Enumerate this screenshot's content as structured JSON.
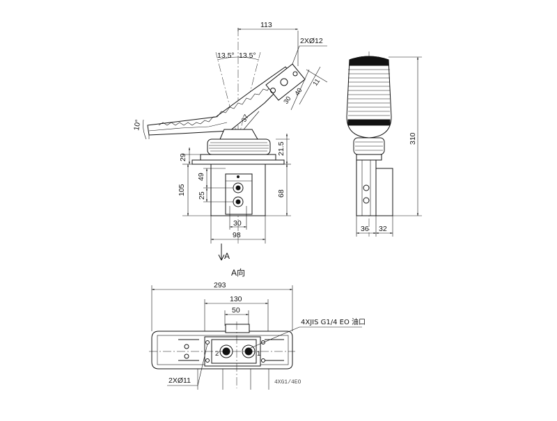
{
  "side_view": {
    "dim_width_top": "113",
    "dim_angle_left": "13.5°",
    "dim_angle_right": "13.5°",
    "dim_holes": "2XØ12",
    "dim_11": "11",
    "dim_30": "30",
    "dim_40": "40",
    "dim_37": "37",
    "dim_10deg": "10°",
    "dim_29": "29",
    "dim_21_5": "21.5",
    "dim_49": "49",
    "dim_105": "105",
    "dim_25": "25",
    "dim_68": "68",
    "dim_30_bottom": "30",
    "dim_98": "98",
    "view_marker": "A"
  },
  "front_view": {
    "dim_height": "310",
    "dim_36": "36",
    "dim_32": "32"
  },
  "bottom_view": {
    "title": "A向",
    "dim_293": "293",
    "dim_130": "130",
    "dim_50": "50",
    "port_note": "4XJIS G1/4 EO 油口",
    "dim_holes": "2XØ11",
    "port_1": "1",
    "port_2": "2",
    "drawing_code": "4XG1/4EO"
  }
}
